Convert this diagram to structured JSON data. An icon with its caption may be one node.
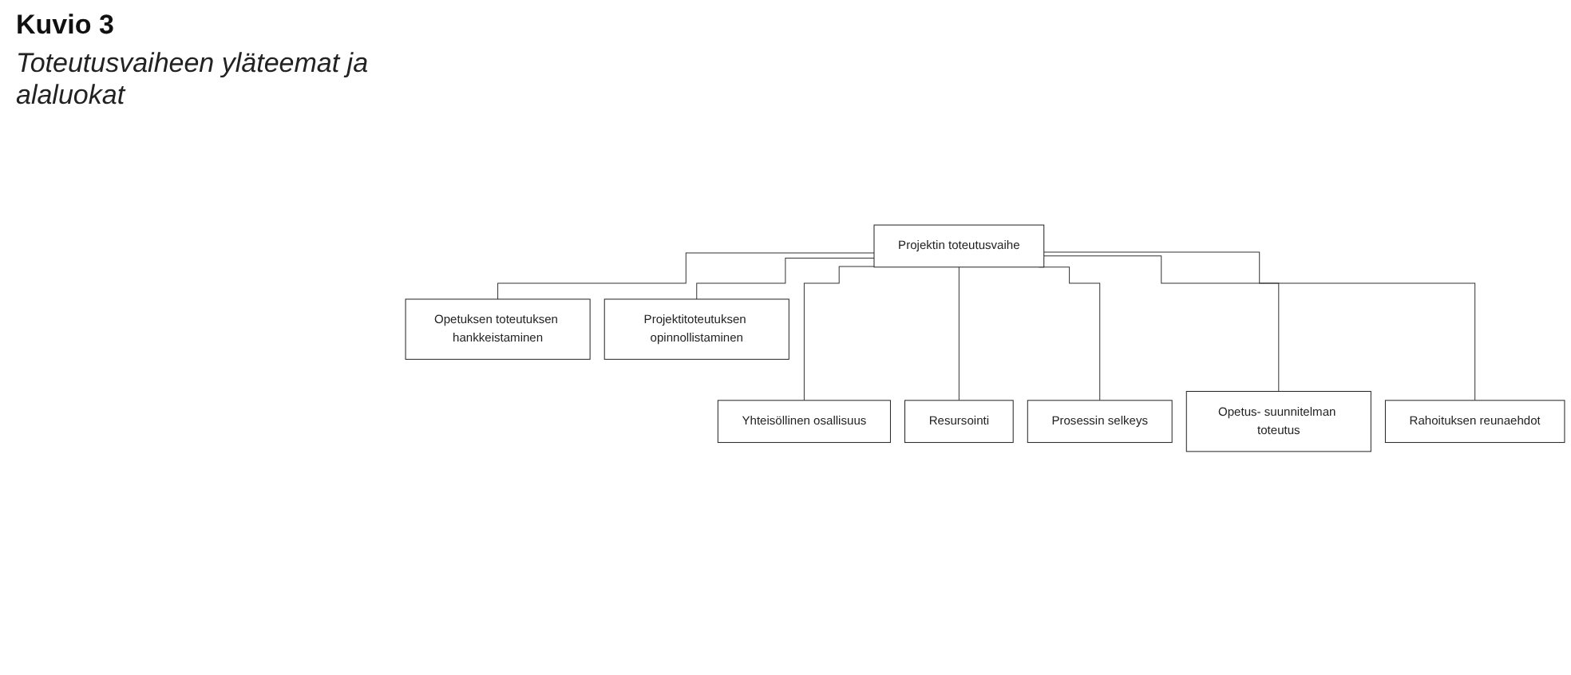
{
  "diagram": {
    "title": "Kuvio 3",
    "caption": "Toteutusvaiheen yläteemat ja alaluokat",
    "nodes": [
      {
        "text": [
          "Projektin toteutusvaihe"
        ]
      },
      {
        "text": [
          "Opetuksen toteutuksen hankkeistaminen"
        ]
      },
      {
        "text": [
          "Projektitoteutuksen opinnollistaminen"
        ]
      },
      {
        "text": [
          "Yhteisöllinen osallisuus"
        ]
      },
      {
        "text": [
          "Resursointi"
        ]
      },
      {
        "text": [
          "Prosessin selkeys"
        ]
      },
      {
        "text": [
          "Opetus- suunnitelman toteutus"
        ]
      },
      {
        "text": [
          "Rahoituksen reunaehdot"
        ]
      }
    ],
    "edges": [
      {
        "from": 0,
        "to": 1,
        "arrow": "none"
      },
      {
        "from": 0,
        "to": 2,
        "arrow": "none"
      },
      {
        "from": 0,
        "to": 3,
        "arrow": "none"
      },
      {
        "from": 0,
        "to": 4,
        "arrow": "none"
      },
      {
        "from": 0,
        "to": 5,
        "arrow": "none"
      },
      {
        "from": 0,
        "to": 6,
        "arrow": "none"
      },
      {
        "from": 0,
        "to": 7,
        "arrow": "none"
      }
    ]
  }
}
